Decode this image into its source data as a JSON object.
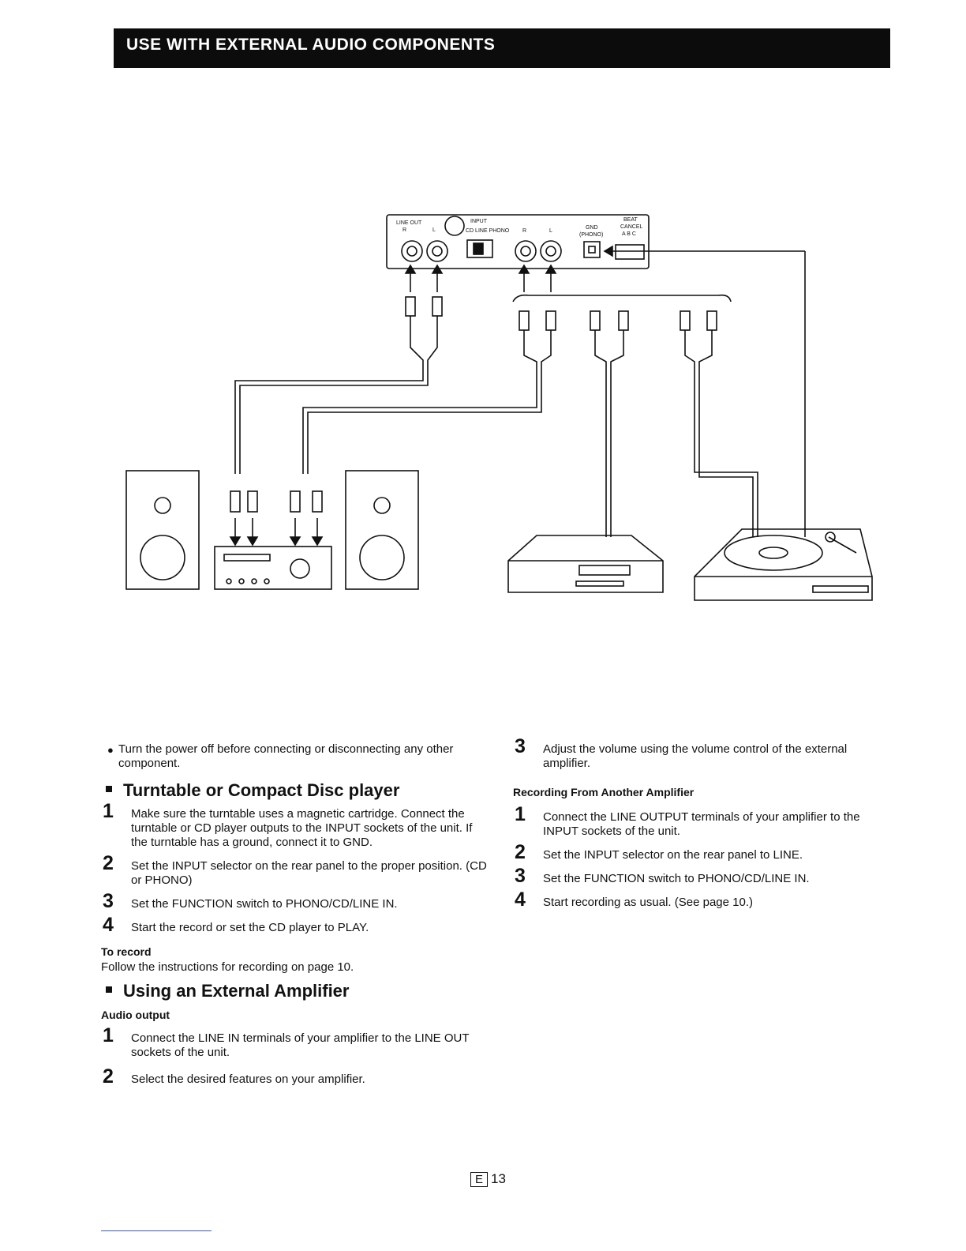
{
  "header": {
    "title": "USE WITH EXTERNAL AUDIO COMPONENTS"
  },
  "diagram": {
    "labels": {
      "line_out": "LINE OUT",
      "r": "R",
      "l": "L",
      "input": "INPUT",
      "cd_line_phono": "CD LINE PHONO",
      "input_r": "R",
      "input_l": "L",
      "gnd": "GND",
      "phono": "(PHONO)",
      "beat": "BEAT",
      "cancel": "CANCEL",
      "beat_abc": "A B C"
    }
  },
  "left": {
    "bullet": "Turn the power off before connecting or disconnecting any other component.",
    "section1_title": "Turntable or Compact Disc player",
    "s1": [
      {
        "num": "1",
        "text": "Make sure the turntable uses a magnetic cartridge. Connect the turntable or CD player outputs to the INPUT sockets of the unit. If the turntable has a ground, connect it to GND."
      },
      {
        "num": "2",
        "text": "Set the INPUT selector on the rear panel to the proper position. (CD or PHONO)"
      },
      {
        "num": "3",
        "text": "Set the FUNCTION switch to PHONO/CD/LINE IN."
      },
      {
        "num": "4",
        "text": "Start the record or set the CD player to PLAY."
      }
    ],
    "to_record": "To record",
    "to_record_text": "Follow the instructions for recording on page 10.",
    "section2_title": "Using an External Amplifier",
    "audio_output": "Audio output",
    "s2": [
      {
        "num": "1",
        "text": "Connect the LINE IN terminals of your amplifier to the LINE OUT sockets of the unit."
      },
      {
        "num": "2",
        "text": "Select the desired features on your amplifier."
      }
    ]
  },
  "right": {
    "s3": {
      "num": "3",
      "text": "Adjust the volume using the volume control of the external amplifier."
    },
    "rec_title": "Recording From Another Amplifier",
    "steps": [
      {
        "num": "1",
        "text": "Connect the LINE OUTPUT terminals of your amplifier to the INPUT sockets of the unit."
      },
      {
        "num": "2",
        "text": "Set the INPUT selector on the rear panel to LINE."
      },
      {
        "num": "3",
        "text": "Set the FUNCTION switch to PHONO/CD/LINE IN."
      },
      {
        "num": "4",
        "text": "Start recording as usual. (See page 10.)"
      }
    ]
  },
  "footer": {
    "e_label": "E",
    "page": "13"
  }
}
